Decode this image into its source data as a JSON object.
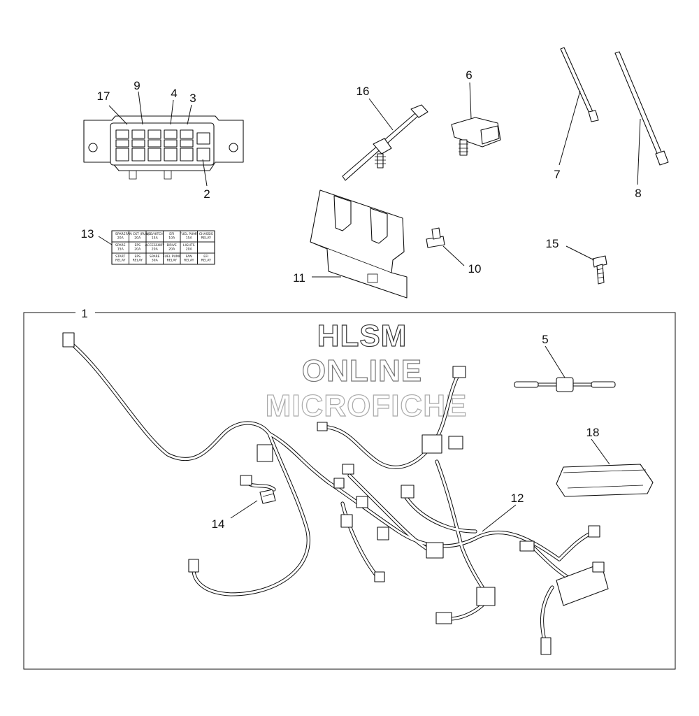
{
  "watermark": {
    "line1": "HLSM",
    "line2": "ONLINE",
    "line3": "MICROFICHE"
  },
  "callouts": {
    "c1": "1",
    "c2": "2",
    "c3": "3",
    "c4": "4",
    "c5": "5",
    "c6": "6",
    "c7": "7",
    "c8": "8",
    "c9": "9",
    "c10": "10",
    "c11": "11",
    "c12": "12",
    "c13": "13",
    "c14": "14",
    "c15": "15",
    "c16": "16",
    "c17": "17",
    "c18": "18"
  },
  "fuse_label": {
    "cells": [
      "SPARE 20A",
      "FAN CKT (RUN) 20A",
      "USB/HITCH 15A",
      "EFI 10A",
      "FUEL PUMP 15A",
      "CHASSIS RELAY",
      "SPARE 15A",
      "EPS 20A",
      "ACCESSORY 20A",
      "DRIVE 20A",
      "LIGHTS 20A",
      "",
      "START RELAY",
      "EPS RELAY",
      "SPARE 30A",
      "FUEL PUMP RELAY",
      "FAN RELAY",
      "EFI RELAY"
    ]
  }
}
